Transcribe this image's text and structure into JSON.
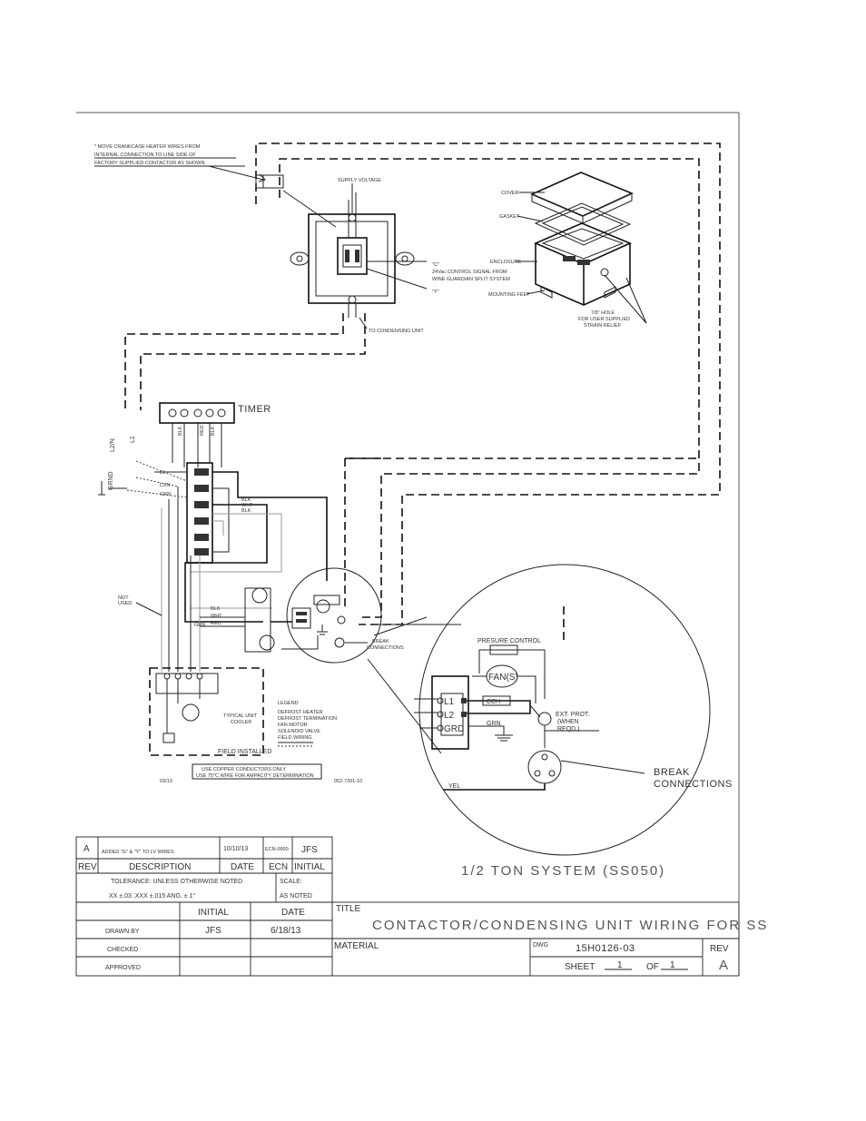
{
  "notes": {
    "crankcase_line1": "* MOVE CRANKCASE HEATER WIRES FROM",
    "crankcase_line2": "INTERNAL CONNECTION TO LINE SIDE OF",
    "crankcase_line3": "FACTORY SUPPLIED CONTACTOR AS SHOWN.",
    "supply_voltage": "SUPPLY VOLTAGE",
    "c_label": "\"C\"",
    "control_signal_line1": "24Vac CONTROL SIGNAL FROM",
    "control_signal_line2": "WINE GUARDIAN SPLIT SYSTEM",
    "y_label": "\"Y\"",
    "to_condensing": "TO CONDENSING UNIT",
    "cover": "COVER",
    "gasket": "GASKET",
    "enclosure": "ENCLOSURE",
    "mounting_feet": "MOUNTING FEET",
    "hole_line1": "7/8\" HOLE",
    "hole_line2": "FOR USER SUPPLIED",
    "hole_line3": "STRAIN RELIEF",
    "timer": "TIMER",
    "l2n": "L2/N",
    "l1": "L1",
    "grnd": "GRND",
    "field_installed": "FIELD INSTALLED",
    "typical_unit_cooler_1": "TYPICAL UNIT",
    "typical_unit_cooler_2": "COOLER",
    "copper_note_1": "USE COPPER CONDUCTORS ONLY",
    "copper_note_2": "USE 75°C WIRE FOR AMPACITY DETERMINATION",
    "drawing_num_left": "03/13",
    "drawing_num_right": "052-7201-10",
    "break_small": "BREAK CONNECTIONS",
    "presure_control": "PRESURE CONTROL",
    "fans": "FAN(S)",
    "l1_term": "L1",
    "l2_term": "L2",
    "grd_term": "GRD",
    "cch": "CCH",
    "grn": "GRN",
    "ext_prot_1": "EXT. PROT.",
    "ext_prot_2": "(WHEN",
    "ext_prot_3": "REQD.)",
    "break_1": "BREAK",
    "break_2": "CONNECTIONS",
    "yel": "YEL"
  },
  "title_block": {
    "rev_a": "A",
    "rev_desc": "ADDED \"G\" & \"Y\" TO LV WIRES",
    "rev_date": "10/10/13",
    "rev_ecn": "ECN-0000",
    "rev_initial": "JFS",
    "h_rev": "REV",
    "h_desc": "DESCRIPTION",
    "h_date": "DATE",
    "h_ecn": "ECN",
    "h_initial": "INITIAL",
    "tolerance_1": "TOLERANCE: UNLESS OTHERWISE NOTED",
    "tolerance_2": "XX ±.03   .XXX ±.015   ANG. ± 1°",
    "scale": "SCALE:",
    "scale_val": "AS NOTED",
    "col_initial": "INITIAL",
    "col_date": "DATE",
    "drawn_by": "DRAWN BY",
    "drawn_initial": "JFS",
    "drawn_date": "6/18/13",
    "checked": "CHECKED",
    "approved": "APPROVED",
    "title_label": "TITLE",
    "title": "CONTACTOR/CONDENSING UNIT WIRING FOR SS",
    "material_label": "MATERIAL",
    "dwg_label": "DWG",
    "dwg_no": "15H0126-03",
    "rev_label": "REV",
    "rev_val": "A",
    "sheet_label": "SHEET",
    "sheet_num": "1",
    "of_label": "OF",
    "of_num": "1",
    "system": "1/2 TON SYSTEM (SS050)"
  }
}
